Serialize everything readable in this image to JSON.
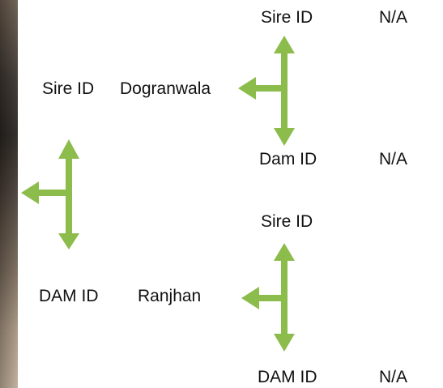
{
  "arrow_color": "#8cbc4b",
  "root": {
    "sire_label": "Sire ID",
    "sire_value": "Dogranwala",
    "dam_label": "DAM ID",
    "dam_value": "Ranjhan"
  },
  "sire_parents": {
    "sire_label": "Sire ID",
    "sire_value": "N/A",
    "dam_label": "Dam ID",
    "dam_value": "N/A"
  },
  "dam_parents": {
    "sire_label": "Sire ID",
    "dam_label": "DAM ID",
    "dam_value": "N/A"
  }
}
